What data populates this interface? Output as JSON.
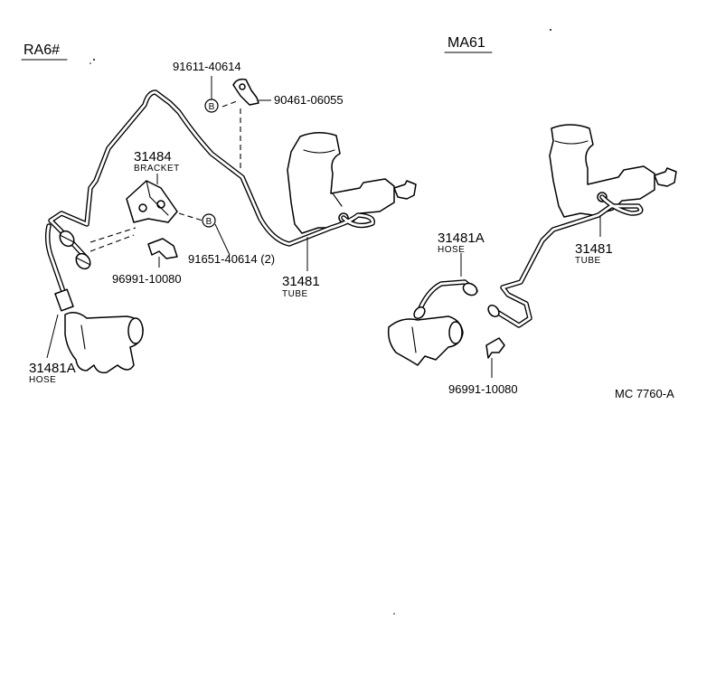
{
  "sections": {
    "left": "RA6#",
    "right": "MA61"
  },
  "left": {
    "tube_bolt_part": "91611-40614",
    "clamp_nut_part": "90461-06055",
    "bolt_marker": "B",
    "bracket_num": "31484",
    "bracket_label": "BRACKET",
    "bracket_bolt_part": "91651-40614 (2)",
    "clip_part": "96991-10080",
    "tube_num": "31481",
    "tube_label": "TUBE",
    "hose_num": "31481A",
    "hose_label": "HOSE"
  },
  "right": {
    "hose_num": "31481A",
    "hose_label": "HOSE",
    "tube_num": "31481",
    "tube_label": "TUBE",
    "clip_part": "96991-10080"
  },
  "figure_code": "MC  7760-A"
}
